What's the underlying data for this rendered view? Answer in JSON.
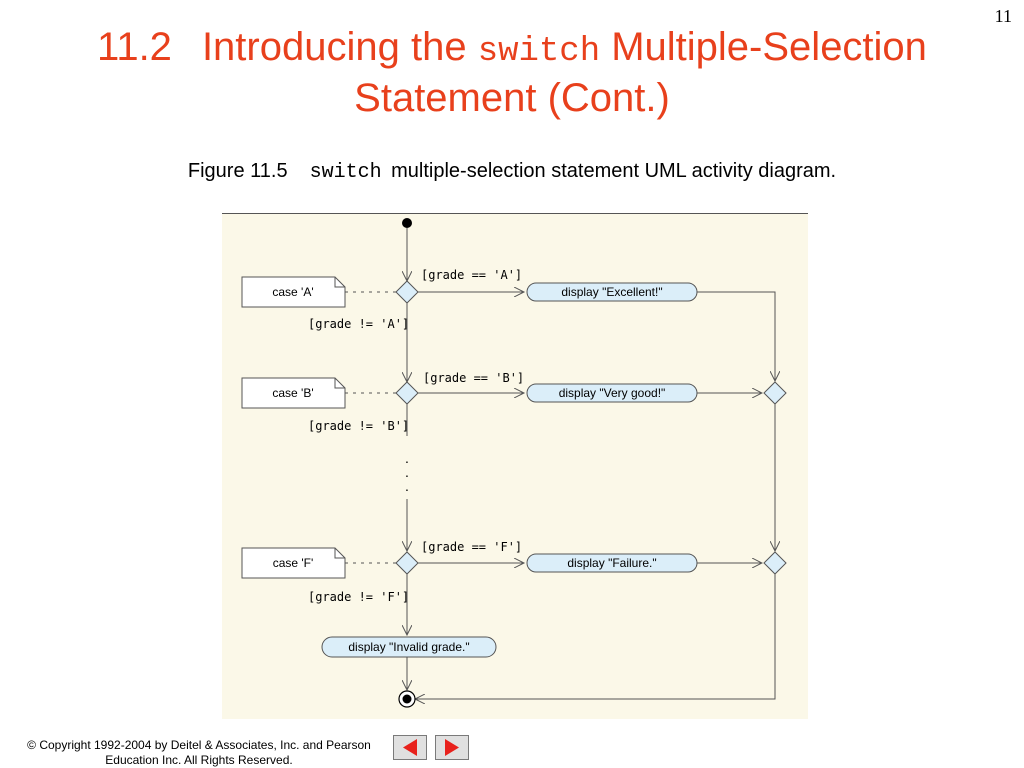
{
  "slide": {
    "page_number": "11",
    "title": {
      "number": "11.2",
      "prefix": "Introducing the ",
      "code": "switch",
      "suffix": " Multiple-Selection",
      "line2": "Statement (Cont.)"
    },
    "caption": {
      "figure": "Figure 11.5",
      "code": "switch",
      "text": " multiple-selection statement UML activity diagram."
    }
  },
  "diagram": {
    "colors": {
      "background": "#fbf8e8",
      "action_fill": "#dbeef9",
      "decision_fill": "#dbeef9",
      "stroke": "#555555"
    },
    "cases": [
      {
        "note": "case 'A'",
        "guard_true": "[grade == 'A']",
        "guard_false": "[grade != 'A']",
        "action": "display \"Excellent!\""
      },
      {
        "note": "case 'B'",
        "guard_true": "[grade == 'B']",
        "guard_false": "[grade != 'B']",
        "action": "display \"Very good!\""
      },
      {
        "note": "case 'F'",
        "guard_true": "[grade == 'F']",
        "guard_false": "[grade != 'F']",
        "action": "display \"Failure.\""
      }
    ],
    "ellipsis": ". . .",
    "default_action": "display \"Invalid grade.\""
  },
  "footer": {
    "copyright_line1": "© Copyright 1992-2004 by Deitel & Associates, Inc. and Pearson",
    "copyright_line2": "Education Inc. All Rights Reserved.",
    "nav_color": "#e8211c"
  }
}
